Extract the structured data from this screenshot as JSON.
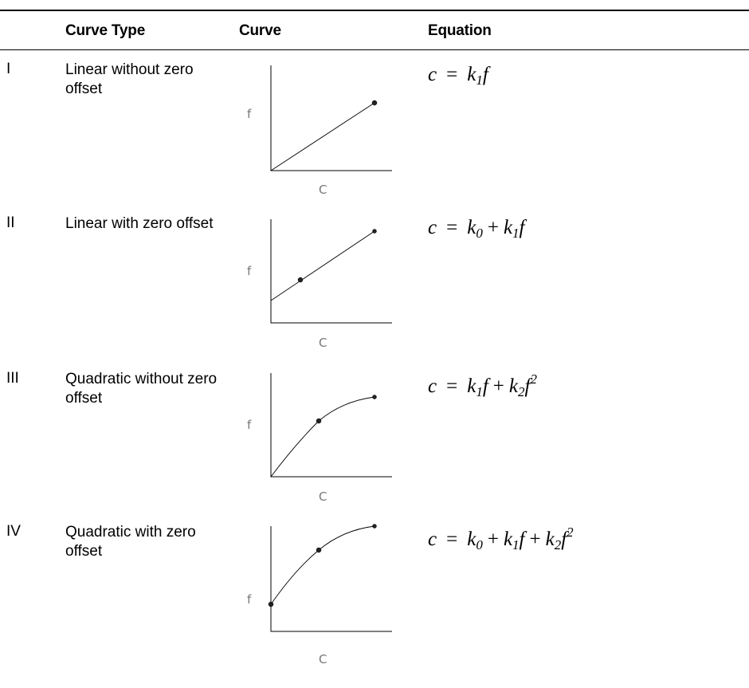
{
  "headers": {
    "curve_type": "Curve Type",
    "curve": "Curve",
    "equation": "Equation"
  },
  "axis_labels": {
    "y": "f",
    "x": "C"
  },
  "rows": [
    {
      "number": "I",
      "type": "Linear without zero offset",
      "equation": "c = k1f",
      "curve": "linear"
    },
    {
      "number": "II",
      "type": "Linear with zero offset",
      "equation": "c = k0 + k1f",
      "curve": "linear-offset"
    },
    {
      "number": "III",
      "type": "Quadratic without zero offset",
      "equation": "c = k1f + k2f^2",
      "curve": "quadratic"
    },
    {
      "number": "IV",
      "type": "Quadratic with zero offset",
      "equation": "c = k0 + k1f + k2f^2",
      "curve": "quadratic-offset"
    }
  ]
}
